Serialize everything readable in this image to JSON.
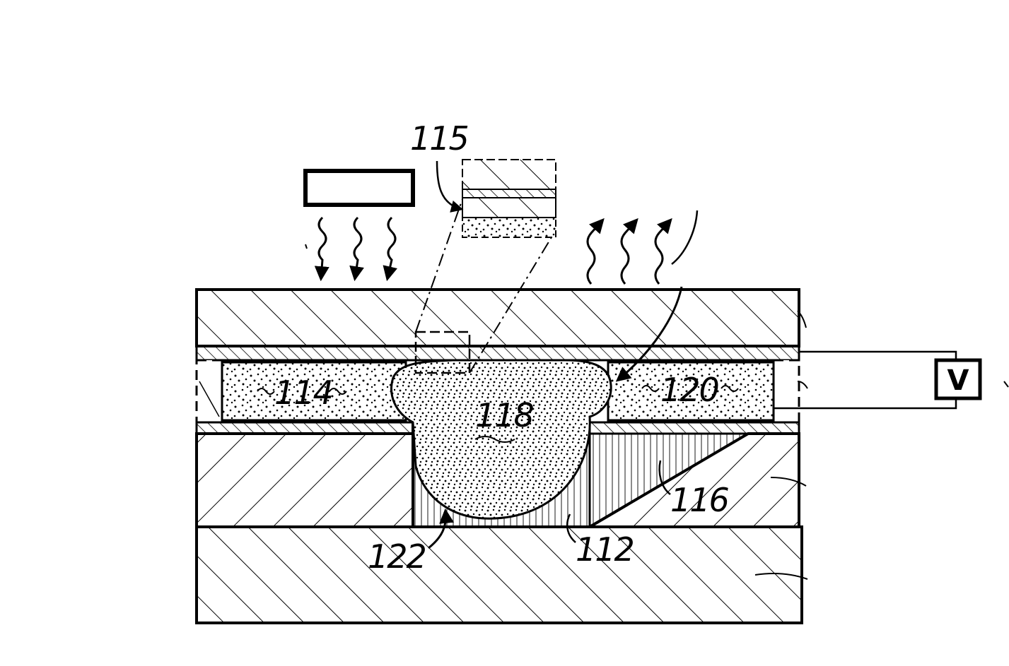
{
  "labels": {
    "ref_115": "115",
    "ref_114": "114",
    "ref_118": "118",
    "ref_120": "120",
    "ref_116": "116",
    "ref_122": "122",
    "ref_112": "112",
    "meter": "V"
  },
  "colors": {
    "ink": "#000000",
    "paper": "#ffffff"
  }
}
